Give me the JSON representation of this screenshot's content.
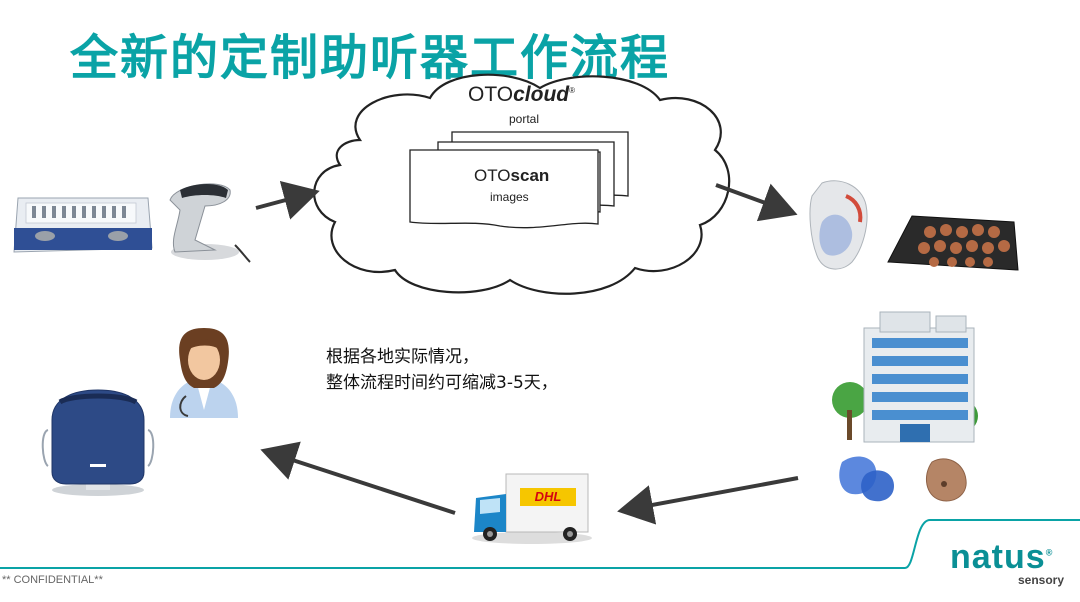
{
  "slide": {
    "title": "全新的定制助听器工作流程",
    "cloud": {
      "brand_prefix": "OTO",
      "brand_suffix": "cloud",
      "registered_mark": "®",
      "subtitle": "portal"
    },
    "scan_doc": {
      "brand_prefix": "OTO",
      "brand_suffix": "scan",
      "subtitle": "images"
    },
    "note": {
      "line1": "根据各地实际情况，",
      "line2": "整体流程时间约可缩减3-5天，"
    },
    "truck_label": "DHL",
    "footer": {
      "confidential": "** CONFIDENTIAL**",
      "logo_word": "natus",
      "logo_registered": "®",
      "logo_sub": "sensory"
    },
    "colors": {
      "title": "#0aa3a6",
      "accent": "#0a8f95",
      "arrow": "#3a3a3a"
    }
  }
}
